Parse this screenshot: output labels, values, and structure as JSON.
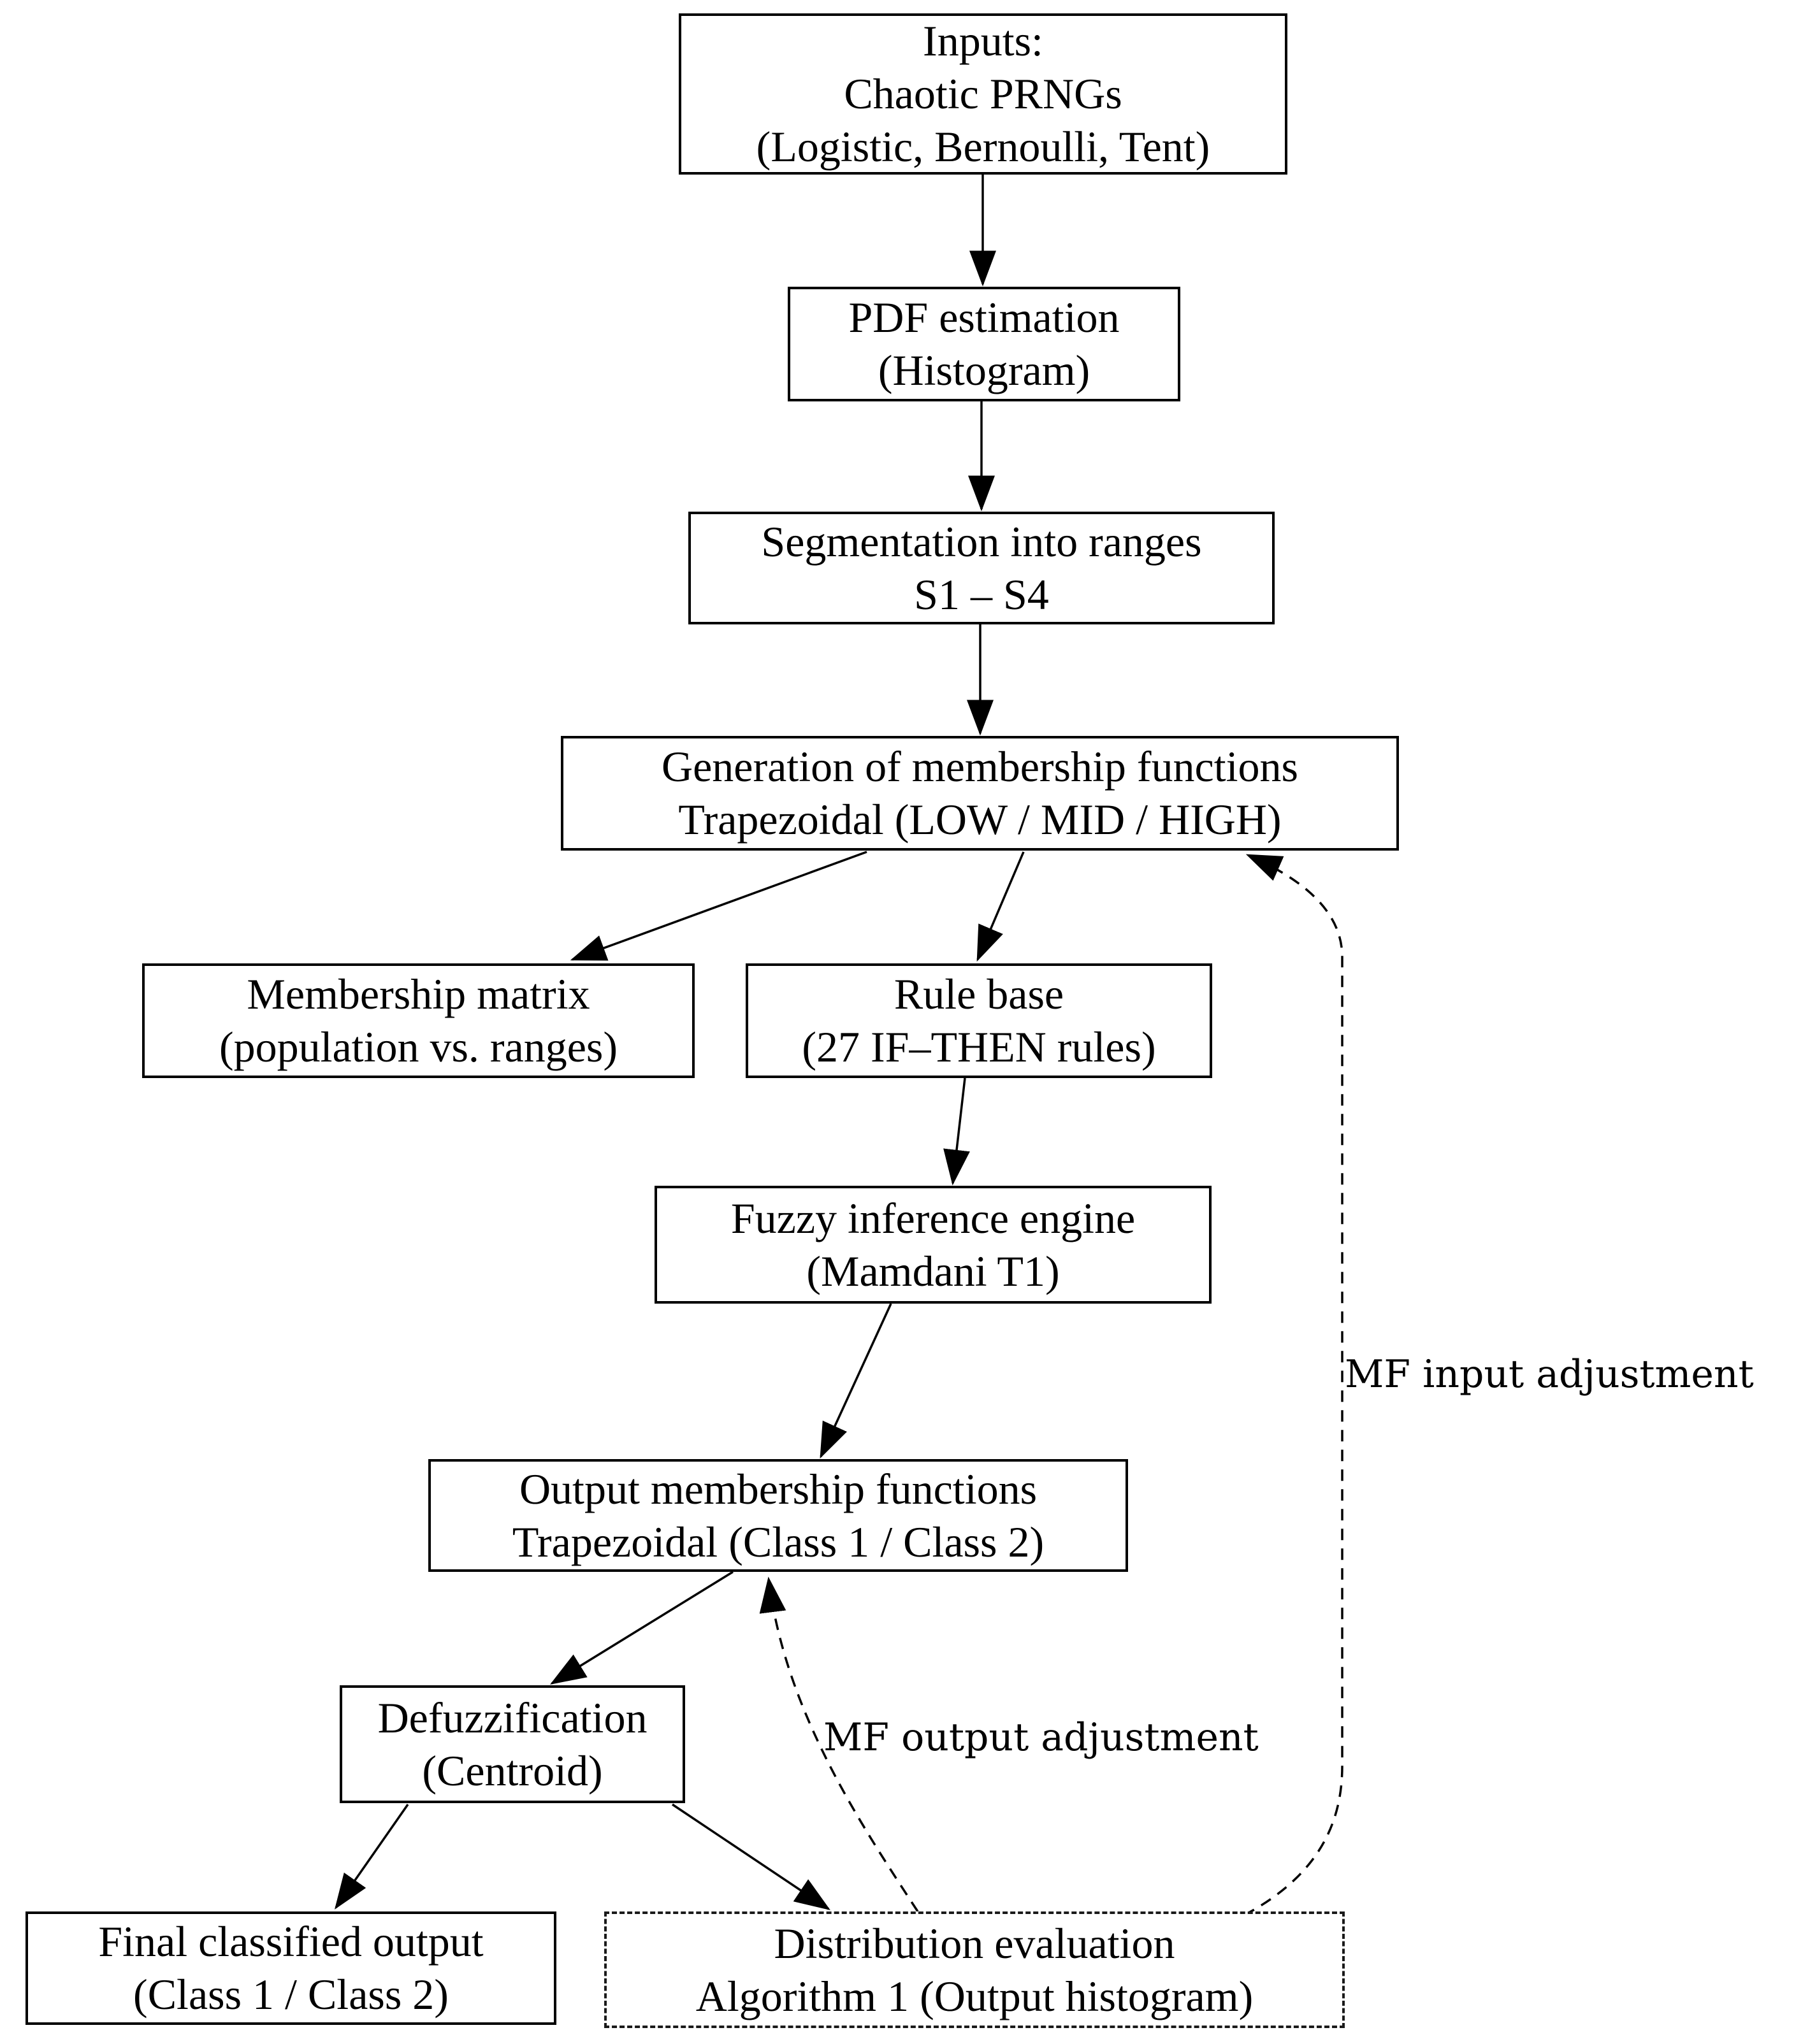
{
  "diagram": {
    "title_note": "Fuzzy classification pipeline flowchart",
    "colors": {
      "background": "#ffffff",
      "stroke": "#000000",
      "text": "#000000"
    },
    "nodes": {
      "inputs": {
        "line1": "Inputs:",
        "line2": "Chaotic PRNGs",
        "line3": "(Logistic, Bernoulli, Tent)"
      },
      "pdf_estimation": {
        "line1": "PDF estimation",
        "line2": "(Histogram)"
      },
      "segmentation": {
        "line1": "Segmentation into ranges",
        "line2": "S1 – S4"
      },
      "generation_mf": {
        "line1": "Generation of membership functions",
        "line2": "Trapezoidal (LOW / MID / HIGH)"
      },
      "membership_matrix": {
        "line1": "Membership matrix",
        "line2": "(population vs. ranges)"
      },
      "rule_base": {
        "line1": "Rule base",
        "line2": "(27 IF–THEN rules)"
      },
      "fuzzy_engine": {
        "line1": "Fuzzy inference engine",
        "line2": "(Mamdani T1)"
      },
      "output_mf": {
        "line1": "Output membership functions",
        "line2": "Trapezoidal (Class 1 / Class 2)"
      },
      "defuzzification": {
        "line1": "Defuzzification",
        "line2": "(Centroid)"
      },
      "final_output": {
        "line1": "Final classified output",
        "line2": "(Class 1 / Class 2)"
      },
      "distribution_eval": {
        "line1": "Distribution evaluation",
        "line2": "Algorithm 1 (Output histogram)"
      }
    },
    "edge_labels": {
      "mf_input_adjustment": "MF input adjustment",
      "mf_output_adjustment": "MF output adjustment"
    }
  }
}
